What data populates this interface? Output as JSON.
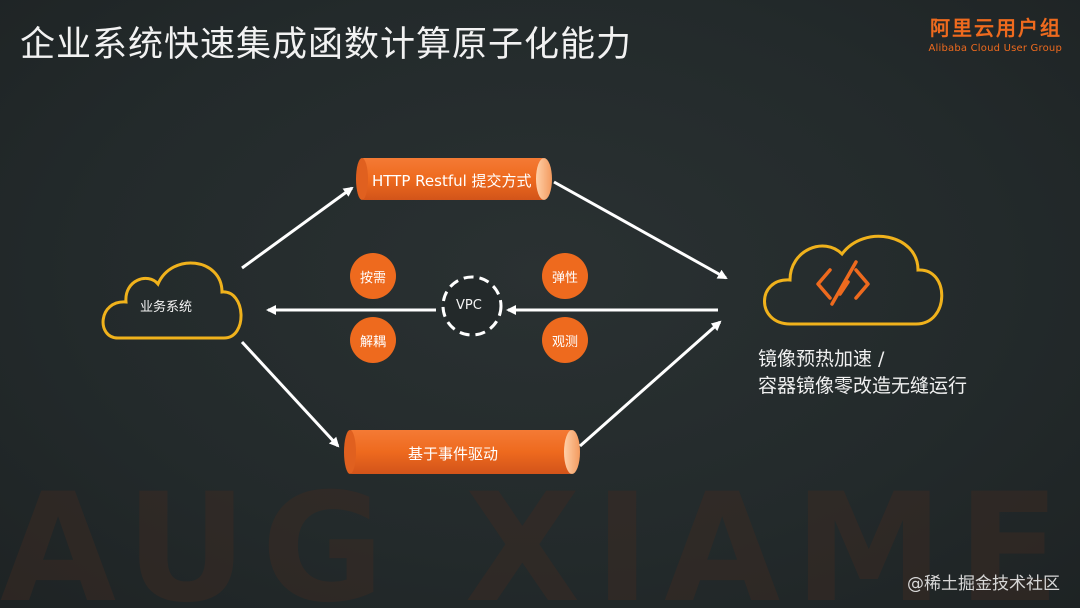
{
  "slide": {
    "title": "企业系统快速集成函数计算原子化能力",
    "logo": {
      "name_cn": "阿里云用户组",
      "name_en": "Alibaba Cloud User Group"
    },
    "watermark_text": "AUG XIAMEN",
    "credit": "@稀土掘金技术社区"
  },
  "diagram": {
    "client_label": "业务系统",
    "pipe_top_label": "HTTP Restful 提交方式",
    "pipe_bottom_label": "基于事件驱动",
    "vpc_label": "VPC",
    "features_left": [
      "按需",
      "解耦"
    ],
    "features_right": [
      "弹性",
      "观测"
    ],
    "note_lines": [
      "镜像预热加速 /",
      "容器镜像零改造无缝运行"
    ]
  },
  "colors": {
    "background": "#23292a",
    "accent_orange": "#ee6a1e",
    "cloud_outline": "#f0b21c",
    "text": "#f2f2f2"
  },
  "icons": {
    "server_icon": "function-compute-icon"
  }
}
